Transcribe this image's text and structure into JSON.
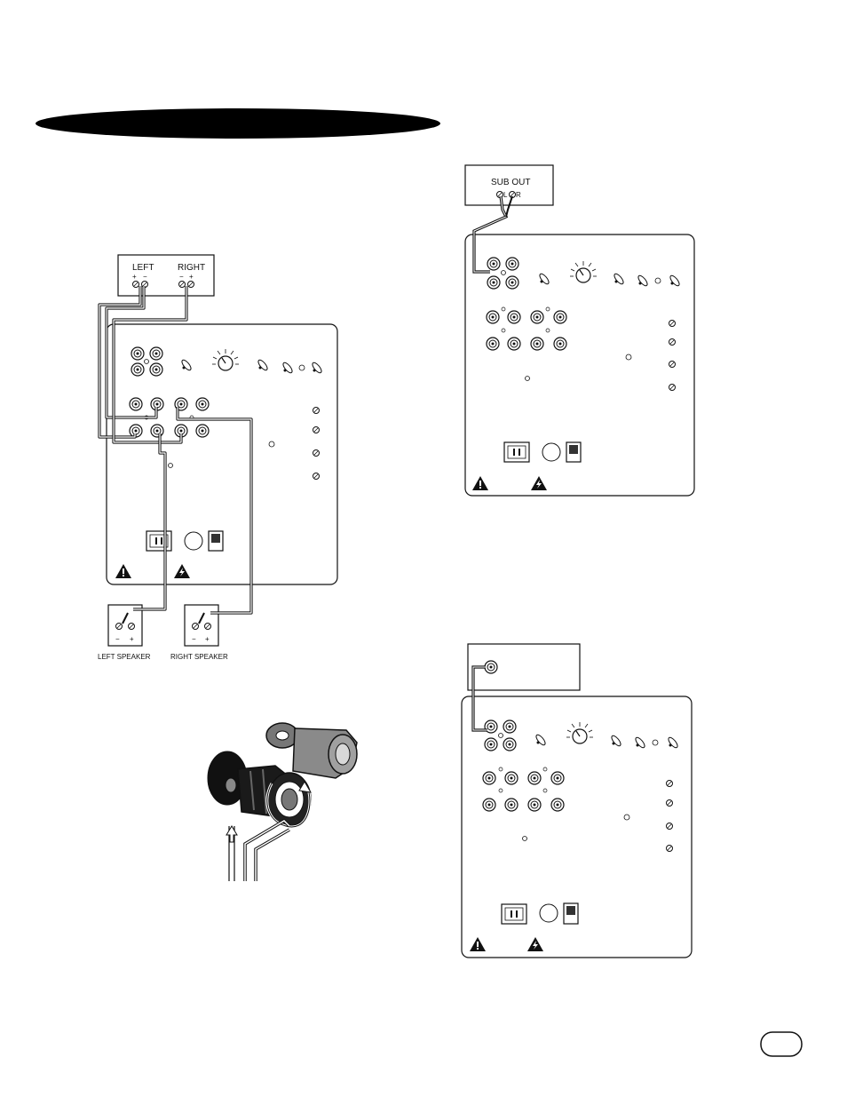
{
  "header": {
    "banner_text": ""
  },
  "speaker_level": {
    "amp_panel": {
      "left_label": "LEFT",
      "right_label": "RIGHT",
      "plus": "+",
      "minus": "−"
    },
    "left_speaker": {
      "label": "LEFT SPEAKER",
      "minus": "−",
      "plus": "+"
    },
    "right_speaker": {
      "label": "RIGHT SPEAKER",
      "minus": "−",
      "plus": "+"
    }
  },
  "line_level": {
    "source_panel": {
      "label": "SUB OUT",
      "l": "L",
      "r": "R"
    }
  },
  "lfe": {
    "source_panel": {
      "label": ""
    }
  },
  "footer": {
    "page_number": ""
  },
  "colors": {
    "ink": "#111111",
    "banner": "#000000",
    "cap_red": "#3a3a3a",
    "cap_black": "#1a1a1a",
    "cap_grey": "#8a8a8a"
  },
  "icons": [
    "warning-triangle-icon",
    "electric-shock-icon",
    "volume-knob-icon",
    "power-socket-icon",
    "power-switch-icon",
    "binding-post-icon"
  ]
}
